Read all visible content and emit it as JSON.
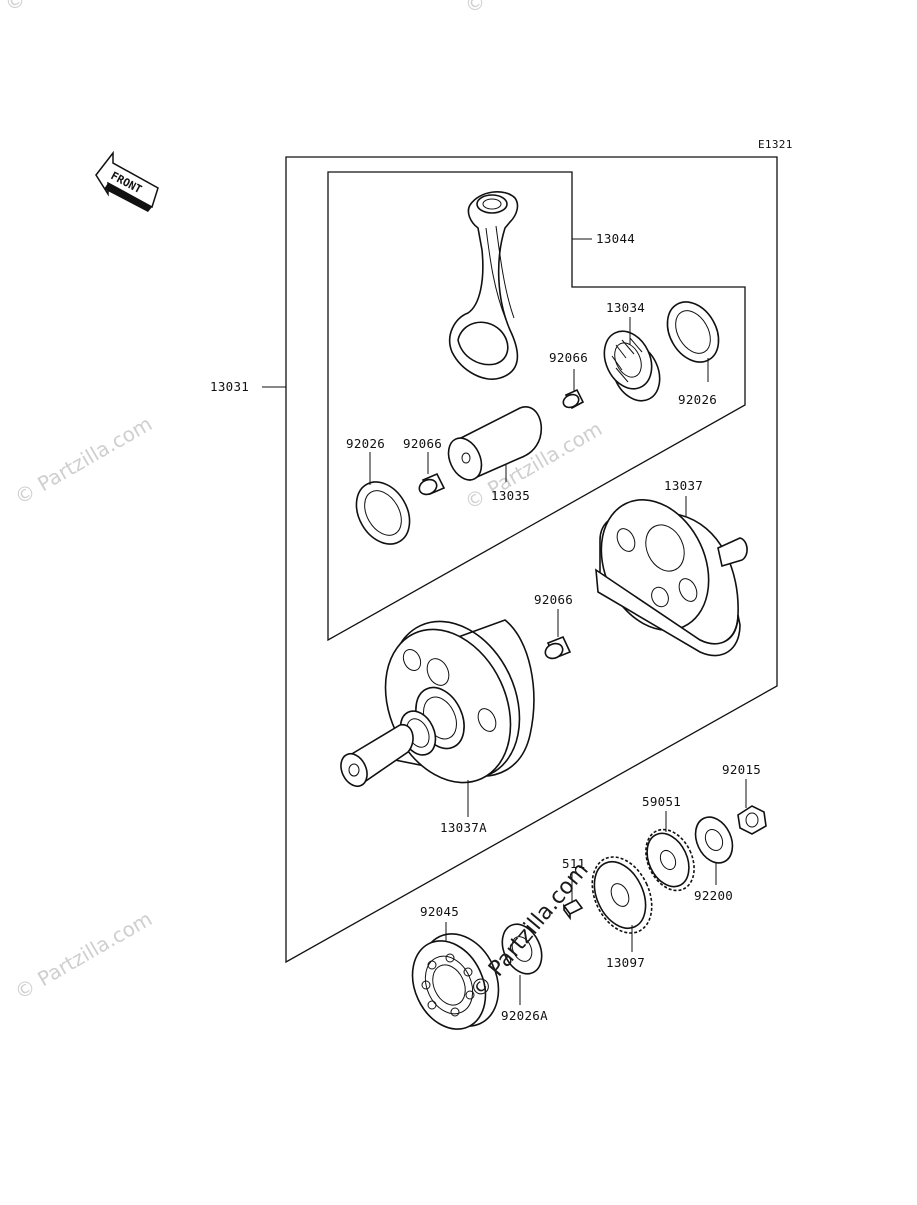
{
  "diagram": {
    "code": "E1321",
    "front_label": "FRONT",
    "watermark_text": "© Partzilla.com",
    "parts": {
      "crankshaft_assy": "13031",
      "connecting_rod_assy": "13044",
      "needle_bearing": "13034",
      "washer_right": "92026",
      "pin_upper": "92066",
      "washer_left": "92026",
      "pin_left": "92066",
      "crankpin": "13035",
      "flywheel_right": "13037",
      "pin_lower": "92066",
      "flywheel_left": "13037A",
      "nut": "92015",
      "gear_59051": "59051",
      "washer_92200": "92200",
      "key": "511",
      "gear_13097": "13097",
      "ball_bearing": "92045",
      "washer_92026a": "92026A"
    }
  }
}
